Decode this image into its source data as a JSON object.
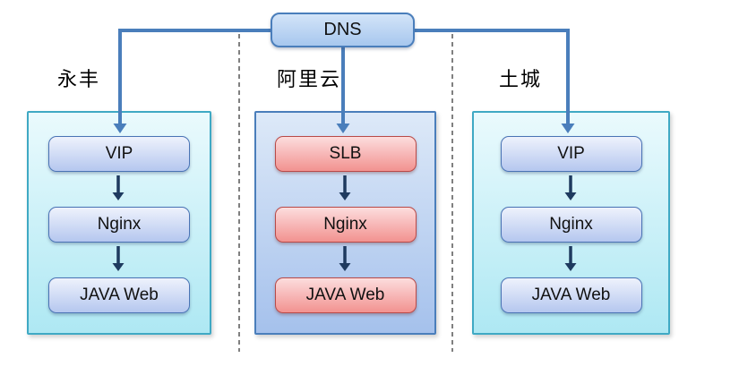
{
  "diagram": {
    "dns": {
      "label": "DNS"
    },
    "regions": [
      {
        "name": "永丰",
        "node_style": "blue",
        "nodes": [
          "VIP",
          "Nginx",
          "JAVA Web"
        ]
      },
      {
        "name": "阿里云",
        "node_style": "red",
        "nodes": [
          "SLB",
          "Nginx",
          "JAVA Web"
        ]
      },
      {
        "name": "土城",
        "node_style": "blue",
        "nodes": [
          "VIP",
          "Nginx",
          "JAVA Web"
        ]
      }
    ]
  },
  "theme": {
    "wire-blue": "#4a7ebb",
    "arrow-navy": "#1e3a5f",
    "divider": "#3c3c3c",
    "text": "#111111",
    "dns-top": "#d3e4f8",
    "dns-bottom": "#a7c7ee",
    "cyan-border": "#3fa9c4",
    "cyan-top": "#eafafd",
    "cyan-bottom": "#aee8f3",
    "blue-panel-top": "#dde9f8",
    "blue-panel-bottom": "#a5c1ec",
    "node-blue-border": "#4a73b5",
    "node-blue-top": "#eef2fc",
    "node-blue-bottom": "#b5c7ef",
    "node-red-border": "#b94a48",
    "node-red-top": "#fcdddd",
    "node-red-bottom": "#f29290"
  }
}
